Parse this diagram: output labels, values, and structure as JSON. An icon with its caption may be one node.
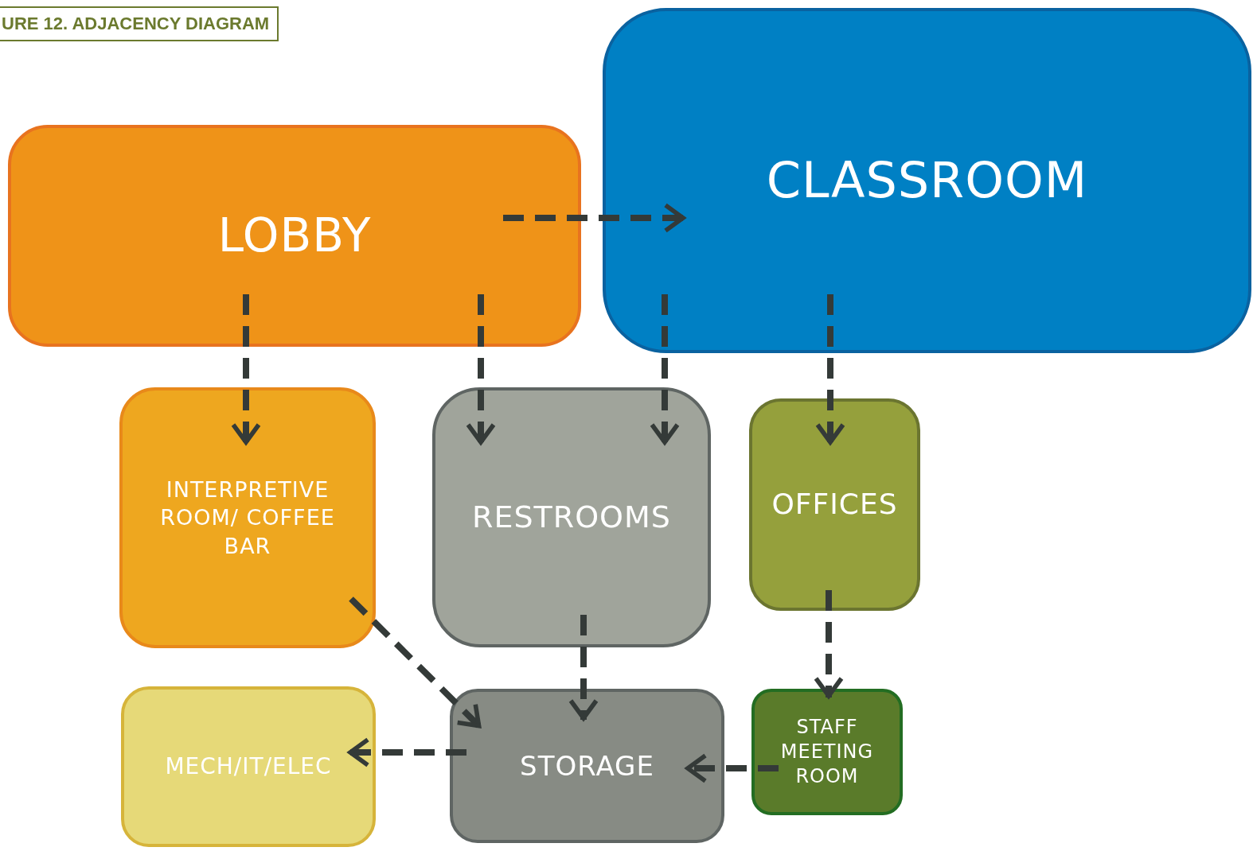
{
  "diagram": {
    "title": "**URE 12.** ADJACENCY DIAGRAM",
    "nodes": [
      {
        "text": [
          "LOBBY"
        ]
      },
      {
        "text": [
          "CLASSROOM"
        ]
      },
      {
        "text": [
          "INTERPRETIVE ROOM/ COFFEE BAR"
        ]
      },
      {
        "text": [
          "RESTROOMS"
        ]
      },
      {
        "text": [
          "OFFICES"
        ]
      },
      {
        "text": [
          "MECH/IT/ELEC"
        ]
      },
      {
        "text": [
          "STORAGE"
        ]
      },
      {
        "text": [
          "STAFF MEETING ROOM"
        ]
      }
    ],
    "edges": [
      {
        "from": 0,
        "to": 1,
        "arrow": "to",
        "style": "dashed"
      },
      {
        "from": 0,
        "to": 2,
        "arrow": "to",
        "style": "dashed"
      },
      {
        "from": 0,
        "to": 3,
        "arrow": "to",
        "style": "dashed"
      },
      {
        "from": 1,
        "to": 3,
        "arrow": "to",
        "style": "dashed"
      },
      {
        "from": 1,
        "to": 4,
        "arrow": "to",
        "style": "dashed"
      },
      {
        "from": 2,
        "to": 6,
        "arrow": "to",
        "style": "dashed"
      },
      {
        "from": 3,
        "to": 6,
        "arrow": "to",
        "style": "dashed"
      },
      {
        "from": 4,
        "to": 7,
        "arrow": "to",
        "style": "dashed"
      },
      {
        "from": 6,
        "to": 5,
        "arrow": "to",
        "style": "dashed"
      },
      {
        "from": 7,
        "to": 6,
        "arrow": "to",
        "style": "dashed"
      }
    ]
  }
}
